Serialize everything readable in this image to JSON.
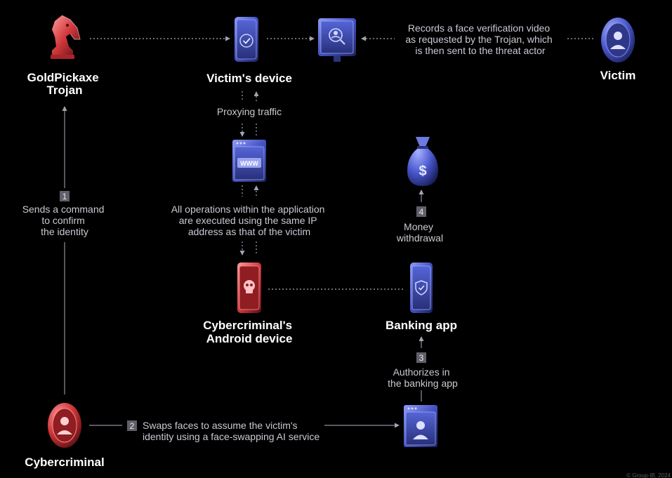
{
  "nodes": {
    "trojan": {
      "lines": [
        "GoldPickaxe",
        "Trojan"
      ]
    },
    "victim_device": {
      "lines": [
        "Victim's device"
      ]
    },
    "victim": {
      "lines": [
        "Victim"
      ]
    },
    "cyber_device": {
      "lines": [
        "Cybercriminal's",
        "Android device"
      ]
    },
    "banking_app": {
      "lines": [
        "Banking app"
      ]
    },
    "cybercriminal": {
      "lines": [
        "Cybercriminal"
      ]
    }
  },
  "labels": {
    "record_video": [
      "Records a face verification video",
      "as requested by the Trojan, which",
      "is then sent to the threat actor"
    ],
    "proxying": [
      "Proxying traffic"
    ],
    "operations": [
      "All operations within the application",
      "are executed using the same IP",
      "address as that of the victim"
    ]
  },
  "steps": [
    {
      "num": "1",
      "lines": [
        "Sends a command",
        "to confirm",
        "the identity"
      ]
    },
    {
      "num": "2",
      "lines": [
        "Swaps faces to assume the victim's",
        "identity using a face-swapping AI service"
      ]
    },
    {
      "num": "3",
      "lines": [
        "Authorizes in",
        "the banking app"
      ]
    },
    {
      "num": "4",
      "lines": [
        "Money",
        "withdrawal"
      ]
    }
  ],
  "icons": {
    "trojan": "chess-knight-icon",
    "victim_device": "phone-check-icon",
    "monitor": "face-scan-monitor-icon",
    "victim": "user-avatar-icon",
    "www": "browser-www-icon",
    "money": "money-bag-icon",
    "cyber_device": "phone-skull-icon",
    "banking_phone": "phone-shield-icon",
    "cybercriminal": "user-avatar-icon",
    "browser_user": "browser-user-icon"
  },
  "colors": {
    "background": "#000000",
    "blue_icon": "#4a58c8",
    "red_icon": "#d2383c",
    "line": "#8d8f9c",
    "badge": "#5f6069"
  },
  "footer": "© Group-IB, 2024"
}
